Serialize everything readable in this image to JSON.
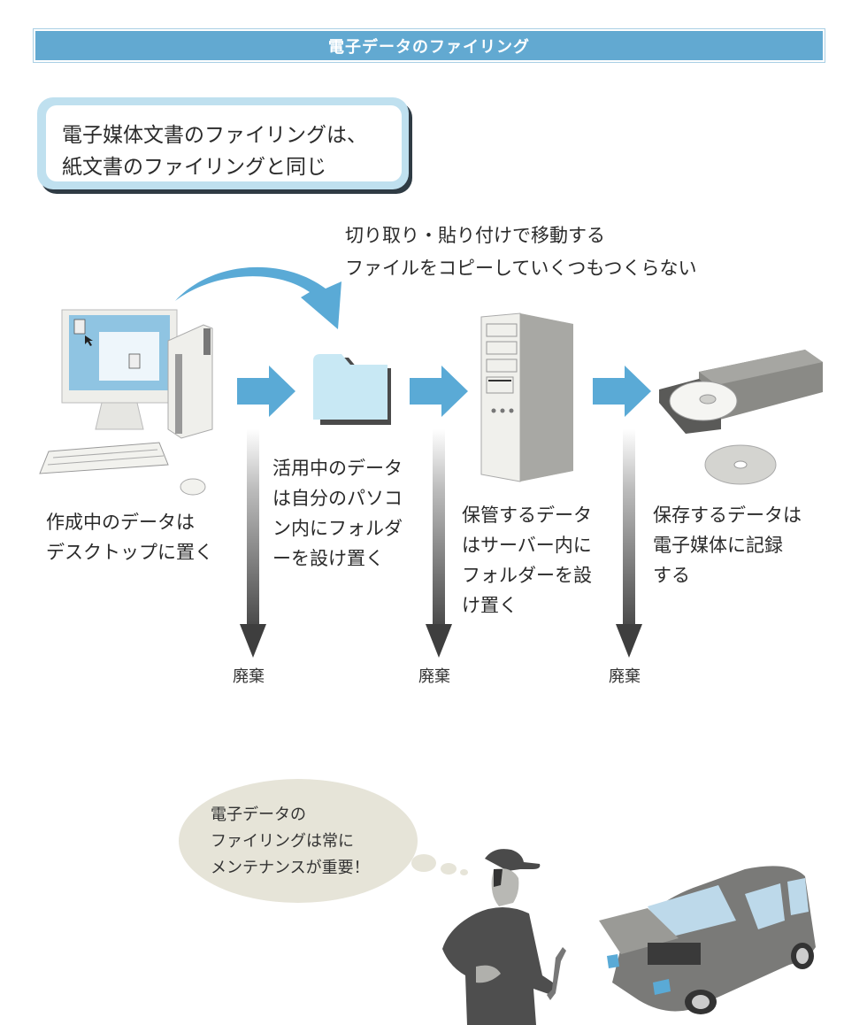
{
  "header": {
    "title": "電子データのファイリング"
  },
  "key_point": {
    "line1": "電子媒体文書のファイリングは、",
    "line2": "紙文書のファイリングと同じ"
  },
  "notes": {
    "line1": "切り取り・貼り付けで移動する",
    "line2": "ファイルをコピーしていくつもつくらない"
  },
  "flow": {
    "arrow_color": "#5aaad6",
    "steps": [
      {
        "icon": "desktop-computer-icon",
        "caption": [
          "作成中のデータは",
          "デスクトップに置く"
        ]
      },
      {
        "icon": "folder-icon",
        "caption": [
          "活用中のデータ",
          "は自分のパソコ",
          "ン内にフォルダ",
          "ーを設け置く"
        ],
        "discard_label": "廃棄"
      },
      {
        "icon": "server-tower-icon",
        "caption": [
          "保管するデータ",
          "はサーバー内に",
          "フォルダーを設",
          "け置く"
        ],
        "discard_label": "廃棄"
      },
      {
        "icon": "optical-drive-icon",
        "caption": [
          "保存するデータは",
          "電子媒体に記録",
          "する"
        ],
        "discard_label": "廃棄"
      }
    ]
  },
  "thought_bubble": {
    "line1": "電子データの",
    "line2": "ファイリングは常に",
    "line3": "メンテナンスが重要！"
  },
  "illustration": {
    "person": "mechanic-icon",
    "car": "car-icon"
  }
}
